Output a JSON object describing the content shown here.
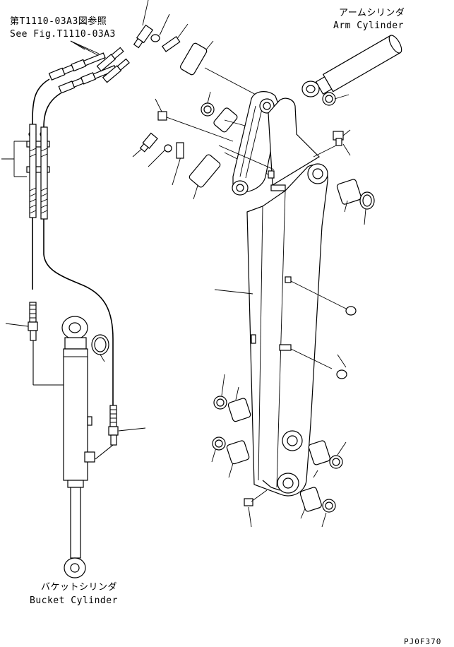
{
  "labels": {
    "ref_jp": "第T1110-03A3図参照",
    "ref_en": "See Fig.T1110-03A3",
    "arm_cyl_jp": "アームシリンダ",
    "arm_cyl_en": "Arm Cylinder",
    "bucket_cyl_jp": "バケットシリンダ",
    "bucket_cyl_en": "Bucket Cylinder",
    "drawing_code": "PJ0F370"
  }
}
